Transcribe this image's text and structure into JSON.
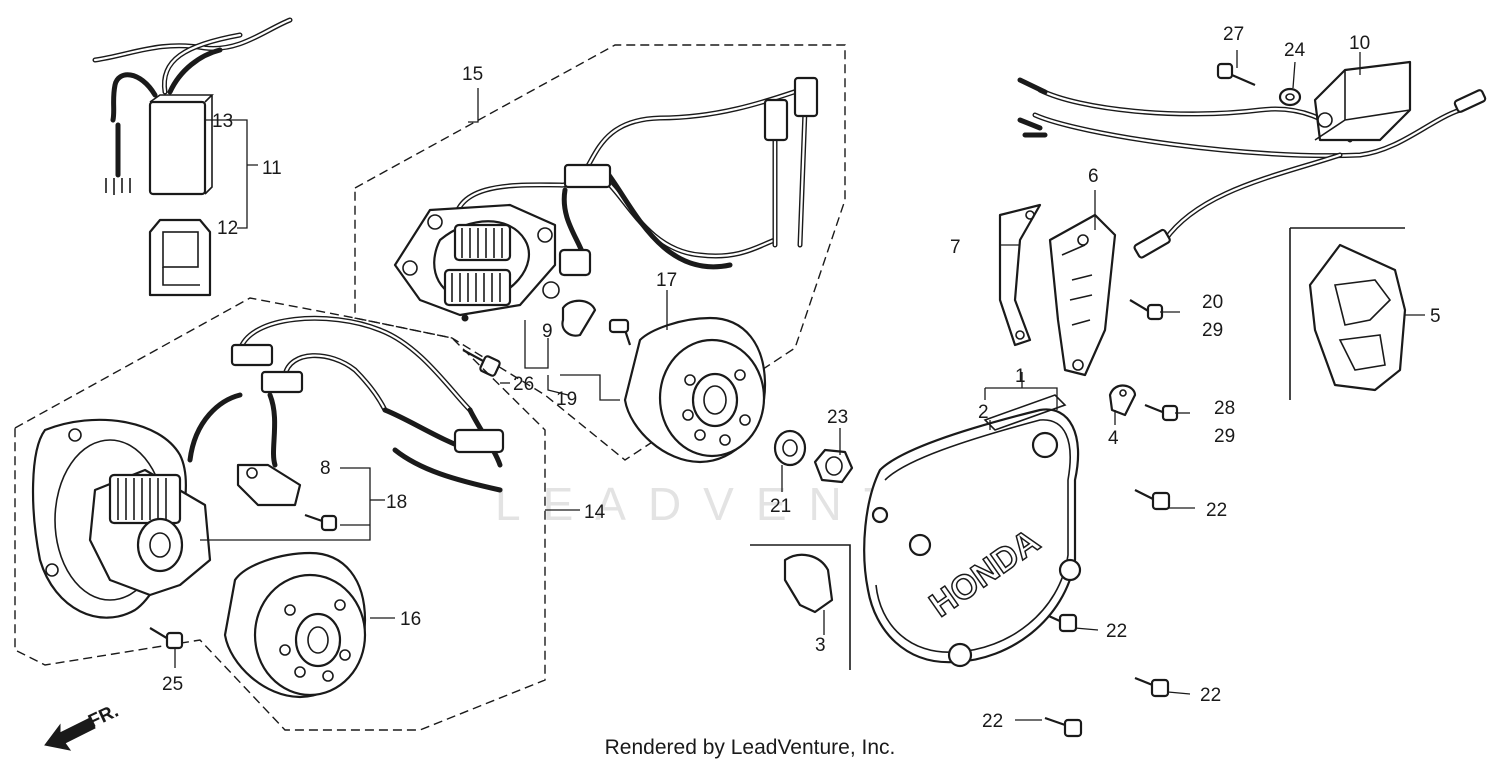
{
  "footer": "Rendered by LeadVenture, Inc.",
  "watermark": "LEADVENTURE",
  "direction": {
    "label": "FR."
  },
  "callouts": [
    {
      "id": "1",
      "label": "1"
    },
    {
      "id": "2",
      "label": "2"
    },
    {
      "id": "3",
      "label": "3"
    },
    {
      "id": "4",
      "label": "4"
    },
    {
      "id": "5",
      "label": "5"
    },
    {
      "id": "6",
      "label": "6"
    },
    {
      "id": "7",
      "label": "7"
    },
    {
      "id": "8",
      "label": "8"
    },
    {
      "id": "9",
      "label": "9"
    },
    {
      "id": "10",
      "label": "10"
    },
    {
      "id": "11",
      "label": "11"
    },
    {
      "id": "12",
      "label": "12"
    },
    {
      "id": "13",
      "label": "13"
    },
    {
      "id": "14",
      "label": "14"
    },
    {
      "id": "15",
      "label": "15"
    },
    {
      "id": "16",
      "label": "16"
    },
    {
      "id": "17",
      "label": "17"
    },
    {
      "id": "18",
      "label": "18"
    },
    {
      "id": "19",
      "label": "19"
    },
    {
      "id": "20",
      "label": "20"
    },
    {
      "id": "21",
      "label": "21"
    },
    {
      "id": "22a",
      "label": "22"
    },
    {
      "id": "22b",
      "label": "22"
    },
    {
      "id": "22c",
      "label": "22"
    },
    {
      "id": "22d",
      "label": "22"
    },
    {
      "id": "23",
      "label": "23"
    },
    {
      "id": "24",
      "label": "24"
    },
    {
      "id": "25",
      "label": "25"
    },
    {
      "id": "26",
      "label": "26"
    },
    {
      "id": "27",
      "label": "27"
    },
    {
      "id": "28",
      "label": "28"
    },
    {
      "id": "29a",
      "label": "29"
    },
    {
      "id": "29b",
      "label": "29"
    }
  ],
  "cover_logo": "HONDA"
}
